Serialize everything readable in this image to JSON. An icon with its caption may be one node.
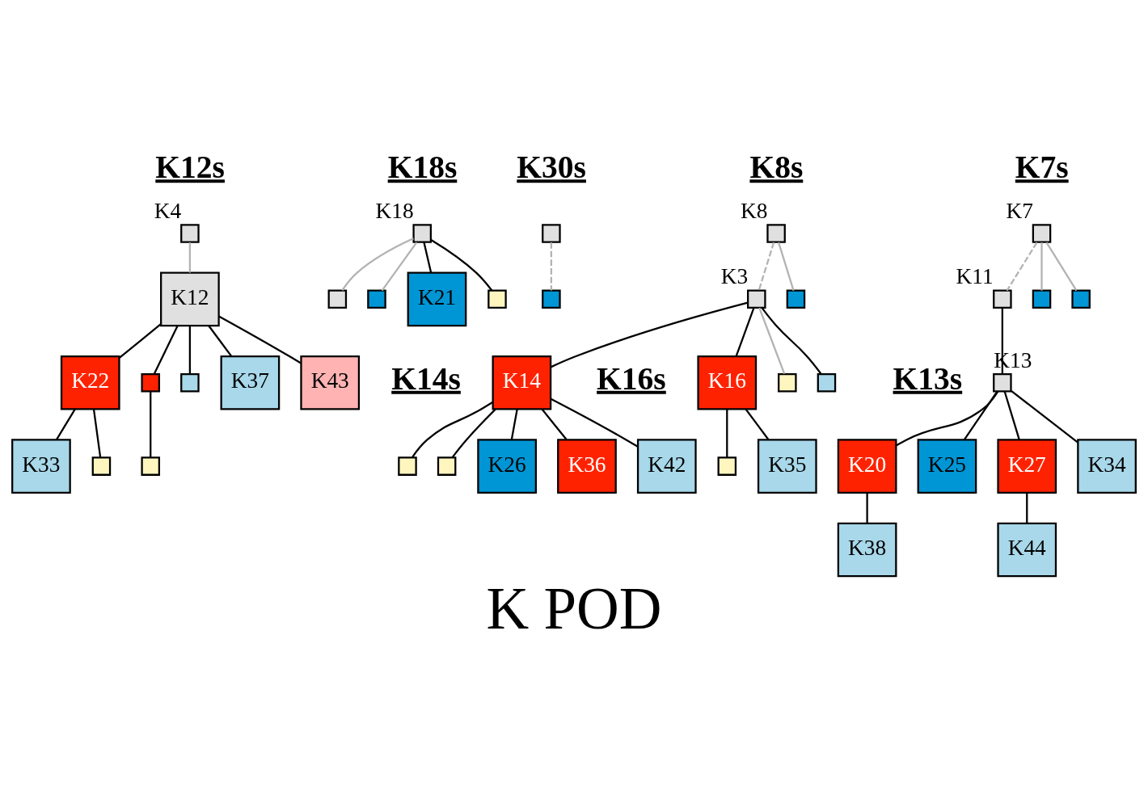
{
  "diagram": {
    "title": "K POD",
    "nodes": [
      {
        "text": [],
        "shape": "box",
        "beside": [
          "K4"
        ]
      },
      {
        "text": [
          "K12"
        ]
      },
      {
        "text": [
          "K22"
        ]
      },
      {
        "text": [],
        "shape": "box"
      },
      {
        "text": [],
        "shape": "box"
      },
      {
        "text": [],
        "shape": "box"
      },
      {
        "text": [
          "K37"
        ]
      },
      {
        "text": [
          "K43"
        ]
      },
      {
        "text": [
          "K33"
        ]
      },
      {
        "text": [],
        "shape": "box"
      },
      {
        "text": [],
        "shape": "box",
        "beside": [
          "K18"
        ]
      },
      {
        "text": [],
        "shape": "box"
      },
      {
        "text": [],
        "shape": "box"
      },
      {
        "text": [
          "K21"
        ]
      },
      {
        "text": [],
        "shape": "box"
      },
      {
        "text": [],
        "shape": "box"
      },
      {
        "text": [],
        "shape": "box"
      },
      {
        "text": [],
        "shape": "box",
        "beside": [
          "K8"
        ]
      },
      {
        "text": [],
        "shape": "box",
        "beside": [
          "K3"
        ]
      },
      {
        "text": [],
        "shape": "box"
      },
      {
        "text": [],
        "shape": "box"
      },
      {
        "text": [
          "K14"
        ]
      },
      {
        "text": [
          "K16"
        ]
      },
      {
        "text": [],
        "shape": "box"
      },
      {
        "text": [],
        "shape": "box"
      },
      {
        "text": [],
        "shape": "box"
      },
      {
        "text": [
          "K26"
        ]
      },
      {
        "text": [
          "K36"
        ]
      },
      {
        "text": [
          "K42"
        ]
      },
      {
        "text": [],
        "shape": "box"
      },
      {
        "text": [
          "K35"
        ]
      },
      {
        "text": [],
        "shape": "box",
        "beside": [
          "K7"
        ]
      },
      {
        "text": [],
        "shape": "box",
        "beside": [
          "K11"
        ]
      },
      {
        "text": [],
        "shape": "box"
      },
      {
        "text": [],
        "shape": "box"
      },
      {
        "text": [],
        "shape": "box",
        "beside": [
          "K13"
        ]
      },
      {
        "text": [
          "K20"
        ]
      },
      {
        "text": [
          "K25"
        ]
      },
      {
        "text": [
          "K27"
        ]
      },
      {
        "text": [
          "K34"
        ]
      },
      {
        "text": [
          "K38"
        ]
      },
      {
        "text": [
          "K44"
        ]
      }
    ],
    "edges": [
      {
        "from": 0,
        "to": 1,
        "arrow": "none",
        "color": "#b3b3b3"
      },
      {
        "from": 1,
        "to": 2,
        "arrow": "none"
      },
      {
        "from": 1,
        "to": 3,
        "arrow": "none"
      },
      {
        "from": 1,
        "to": 5,
        "arrow": "none"
      },
      {
        "from": 1,
        "to": 6,
        "arrow": "none"
      },
      {
        "from": 1,
        "to": 7,
        "arrow": "none"
      },
      {
        "from": 3,
        "to": 4,
        "arrow": "none"
      },
      {
        "from": 2,
        "to": 8,
        "arrow": "none"
      },
      {
        "from": 2,
        "to": 9,
        "arrow": "none"
      },
      {
        "from": 10,
        "to": 11,
        "arrow": "none",
        "color": "#b3b3b3"
      },
      {
        "from": 10,
        "to": 12,
        "arrow": "none",
        "color": "#b3b3b3"
      },
      {
        "from": 10,
        "to": 13,
        "arrow": "none"
      },
      {
        "from": 10,
        "to": 14,
        "arrow": "none"
      },
      {
        "from": 15,
        "to": 16,
        "arrow": "none",
        "style": "dashed",
        "color": "#b3b3b3"
      },
      {
        "from": 17,
        "to": 18,
        "arrow": "none",
        "style": "dashed",
        "color": "#b3b3b3"
      },
      {
        "from": 17,
        "to": 19,
        "arrow": "none",
        "color": "#b3b3b3"
      },
      {
        "from": 18,
        "to": 20,
        "arrow": "none",
        "color": "#b3b3b3"
      },
      {
        "from": 18,
        "to": 21,
        "arrow": "none"
      },
      {
        "from": 18,
        "to": 22,
        "arrow": "none"
      },
      {
        "from": 18,
        "to": 23,
        "arrow": "none"
      },
      {
        "from": 21,
        "to": 24,
        "arrow": "none"
      },
      {
        "from": 21,
        "to": 25,
        "arrow": "none"
      },
      {
        "from": 21,
        "to": 26,
        "arrow": "none"
      },
      {
        "from": 21,
        "to": 27,
        "arrow": "none"
      },
      {
        "from": 21,
        "to": 28,
        "arrow": "none"
      },
      {
        "from": 22,
        "to": 29,
        "arrow": "none"
      },
      {
        "from": 22,
        "to": 30,
        "arrow": "none"
      },
      {
        "from": 31,
        "to": 32,
        "arrow": "none",
        "style": "dashed",
        "color": "#b3b3b3"
      },
      {
        "from": 31,
        "to": 33,
        "arrow": "none",
        "color": "#b3b3b3"
      },
      {
        "from": 31,
        "to": 34,
        "arrow": "none",
        "color": "#b3b3b3"
      },
      {
        "from": 32,
        "to": 35,
        "arrow": "none"
      },
      {
        "from": 35,
        "to": 36,
        "arrow": "none"
      },
      {
        "from": 35,
        "to": 37,
        "arrow": "none"
      },
      {
        "from": 35,
        "to": 38,
        "arrow": "none"
      },
      {
        "from": 35,
        "to": 39,
        "arrow": "none"
      },
      {
        "from": 36,
        "to": 40,
        "arrow": "none"
      },
      {
        "from": 38,
        "to": 41,
        "arrow": "none"
      }
    ],
    "labels": [
      "K12s",
      "K18s",
      "K30s",
      "K8s",
      "K14s",
      "K16s",
      "K7s",
      "K13s"
    ]
  }
}
